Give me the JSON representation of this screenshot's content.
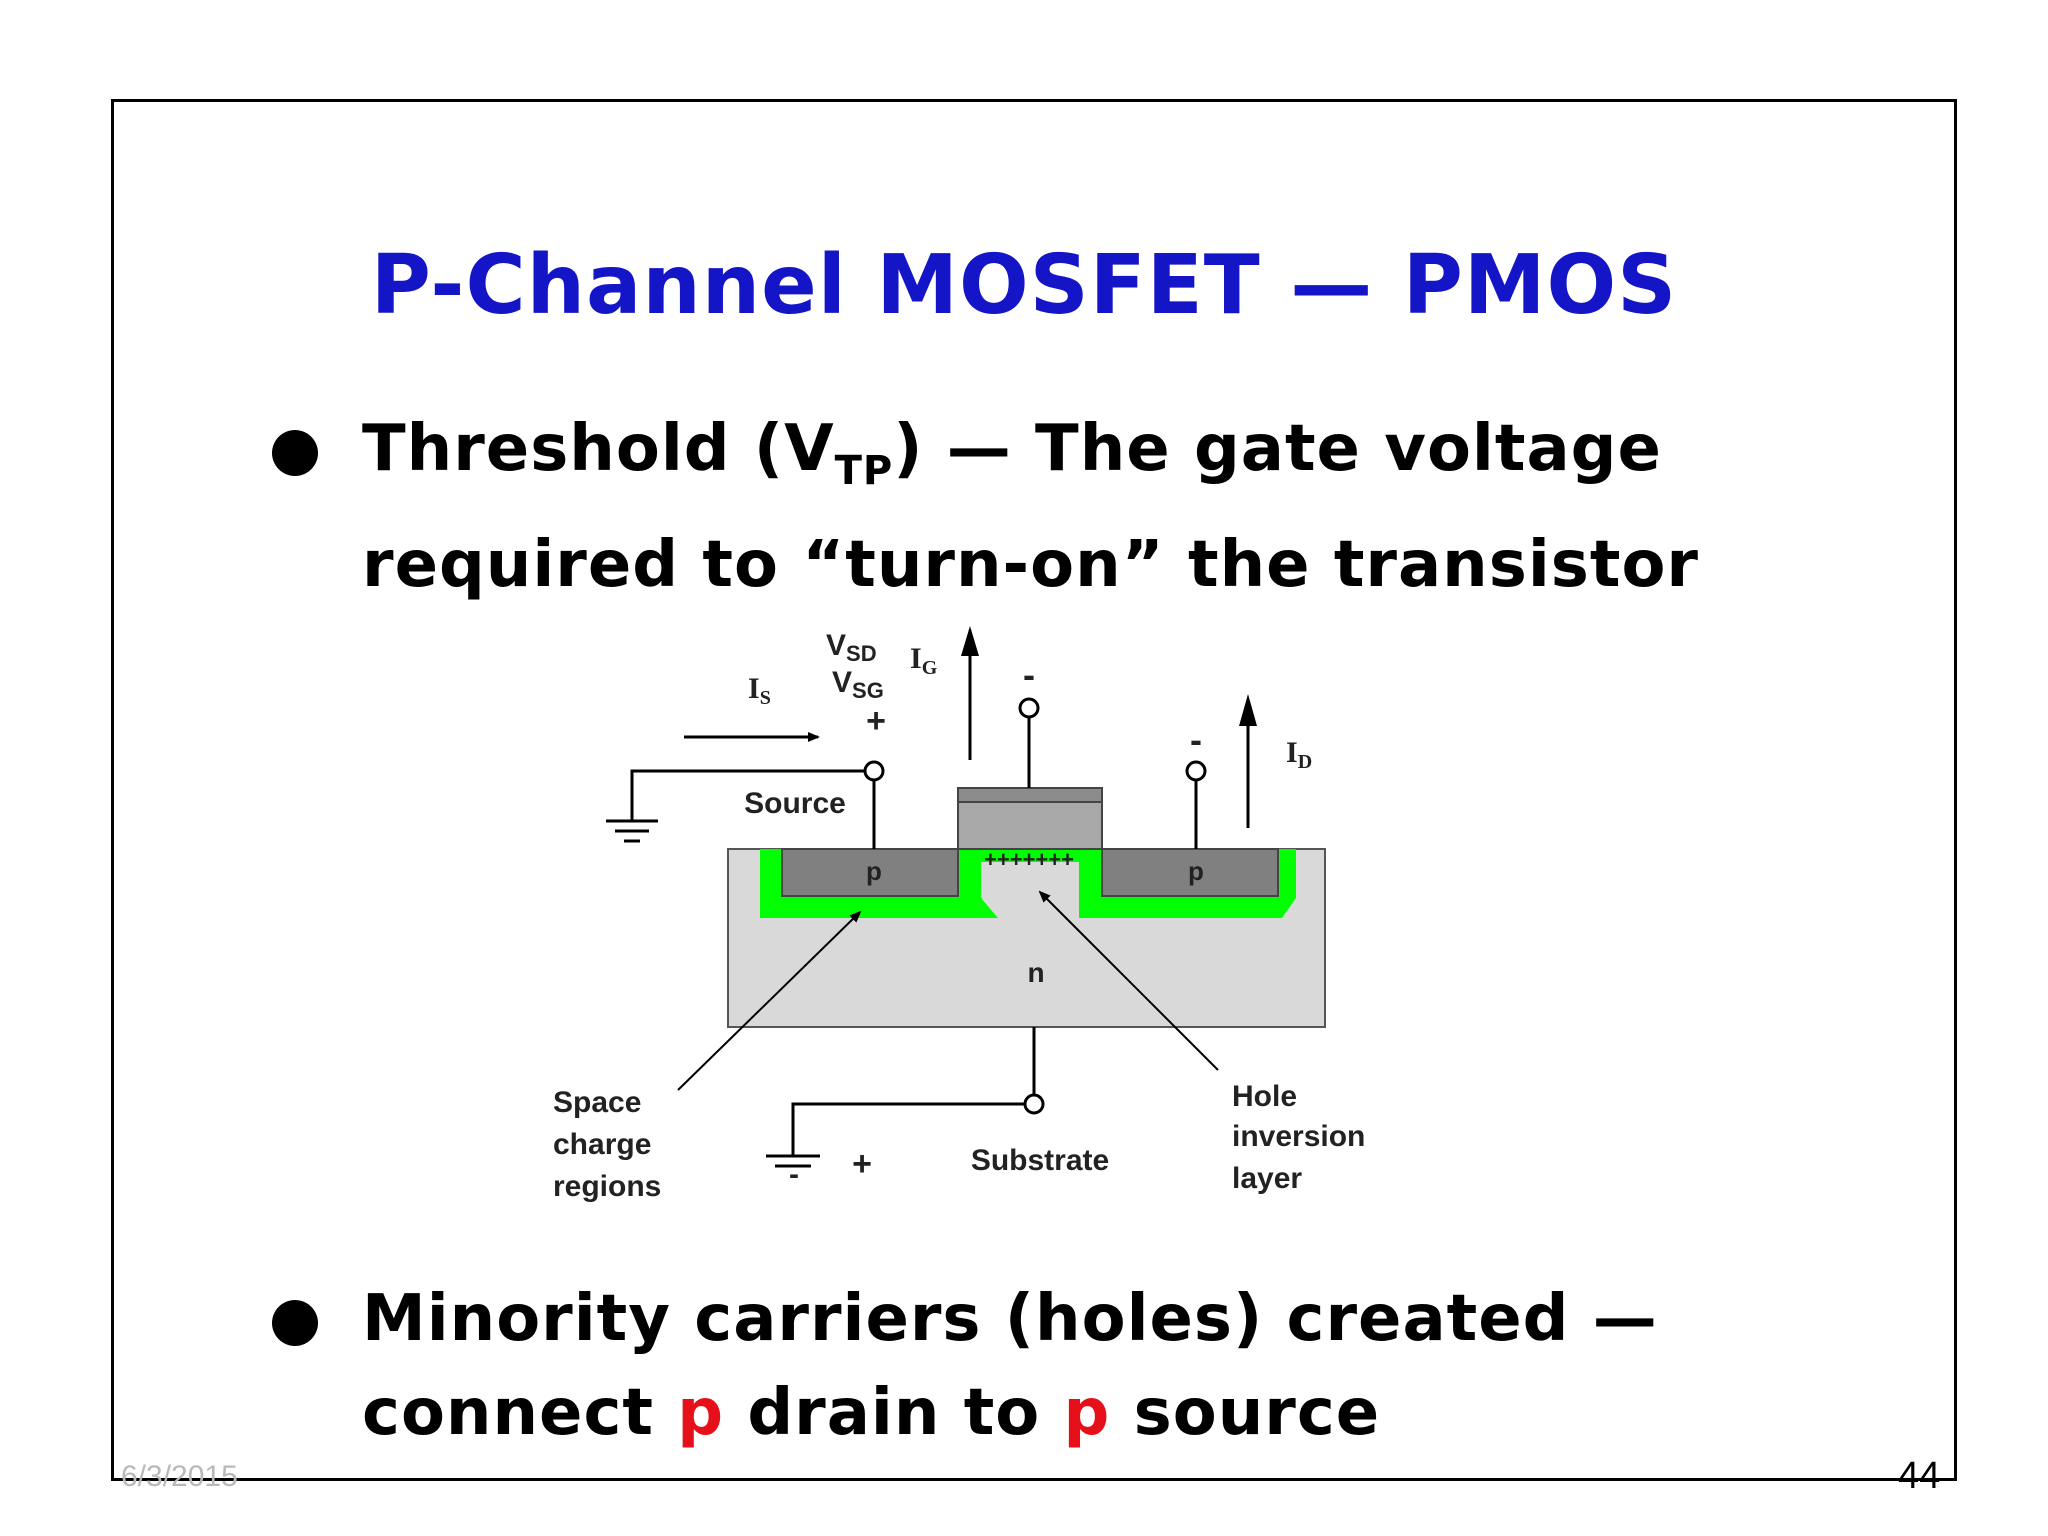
{
  "slide": {
    "title": "P-Channel MOSFET — PMOS",
    "bullet1": {
      "part1": "Threshold (V",
      "sub": "TP",
      "part2": ") — The gate voltage",
      "line2": "required to “turn-on” the transistor"
    },
    "bullet2": {
      "line1": "Minority carriers (holes) created —",
      "part1": "connect ",
      "p1": "p",
      "part2": " drain to ",
      "p2": "p",
      "part3": " source"
    },
    "footer": {
      "date": "6/3/2015",
      "page": "44"
    }
  },
  "diagram": {
    "vsd": {
      "main": "V",
      "sub": "SD"
    },
    "vsg": {
      "main": "V",
      "sub": "SG"
    },
    "is": {
      "main": "I",
      "sub": "S"
    },
    "ig": {
      "main": "I",
      "sub": "G"
    },
    "id": {
      "main": "I",
      "sub": "D"
    },
    "source_plus": "+",
    "gate_minus": "-",
    "drain_minus": "-",
    "source_label": "Source",
    "p_left": "p",
    "p_right": "p",
    "holes": "+++++++",
    "n_label": "n",
    "space_charge": [
      "Space",
      "charge",
      "regions"
    ],
    "hole_inversion": [
      "Hole",
      "inversion",
      "layer"
    ],
    "substrate_label": "Substrate",
    "substrate_plus": "+",
    "ground_minus": "-",
    "colors": {
      "title": "#1515c8",
      "space_charge": "#00ff00",
      "p_region": "#808080",
      "gate": "#a8a8a8",
      "substrate": "#d9d9d9",
      "highlight": "#e5101a"
    }
  }
}
